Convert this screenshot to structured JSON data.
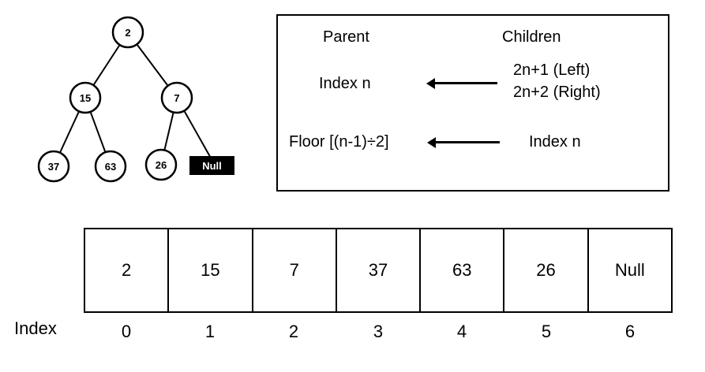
{
  "tree": {
    "nodes": [
      {
        "id": "n0",
        "label": "2"
      },
      {
        "id": "n1",
        "label": "15"
      },
      {
        "id": "n2",
        "label": "7"
      },
      {
        "id": "n3",
        "label": "37"
      },
      {
        "id": "n4",
        "label": "63"
      },
      {
        "id": "n5",
        "label": "26"
      },
      {
        "id": "n6",
        "label": "Null"
      }
    ]
  },
  "relations": {
    "parent_header": "Parent",
    "children_header": "Children",
    "row1": {
      "parent": "Index n",
      "child_left": "2n+1 (Left)",
      "child_right": "2n+2 (Right)"
    },
    "row2": {
      "parent": "Floor [(n-1)÷2]",
      "child": "Index n"
    }
  },
  "array": {
    "values": [
      "2",
      "15",
      "7",
      "37",
      "63",
      "26",
      "Null"
    ],
    "index_label": "Index",
    "indices": [
      "0",
      "1",
      "2",
      "3",
      "4",
      "5",
      "6"
    ]
  }
}
